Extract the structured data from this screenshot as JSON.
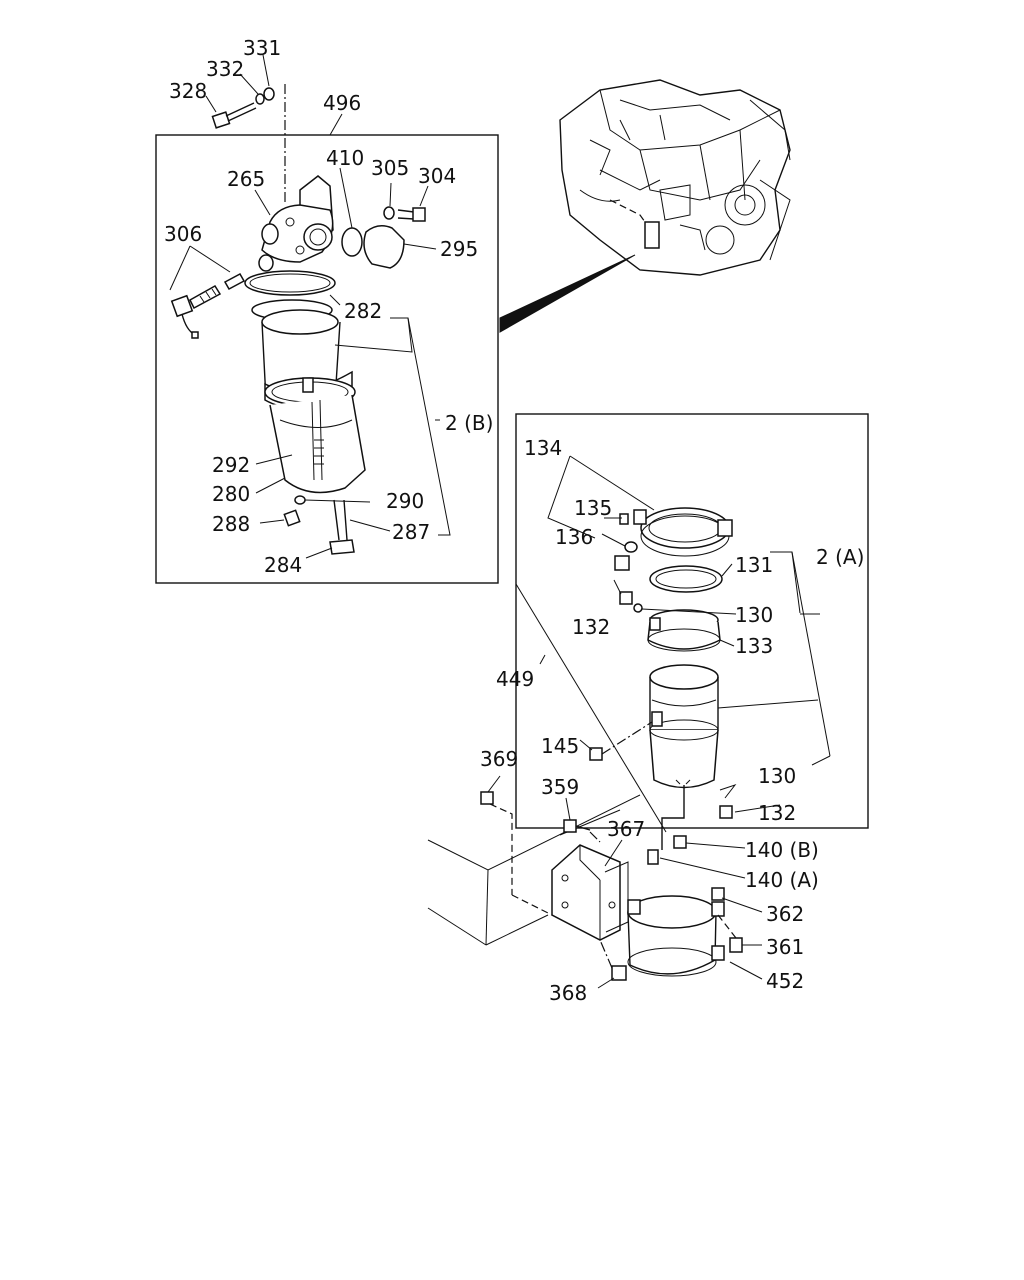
{
  "labels": {
    "p331": "331",
    "p332": "332",
    "p328": "328",
    "p496": "496",
    "p410": "410",
    "p305": "305",
    "p304": "304",
    "p265": "265",
    "p306": "306",
    "p295": "295",
    "p282": "282",
    "p2b": "2 (B)",
    "p292": "292",
    "p280": "280",
    "p290": "290",
    "p288": "288",
    "p287": "287",
    "p284": "284",
    "p134": "134",
    "p135": "135",
    "p136": "136",
    "p131": "131",
    "p2a": "2 (A)",
    "p132a": "132",
    "p130a": "130",
    "p133": "133",
    "p449": "449",
    "p145": "145",
    "p130b": "130",
    "p132b": "132",
    "p369": "369",
    "p359": "359",
    "p367": "367",
    "p140b": "140 (B)",
    "p140a": "140 (A)",
    "p362": "362",
    "p361": "361",
    "p452": "452",
    "p368": "368"
  }
}
